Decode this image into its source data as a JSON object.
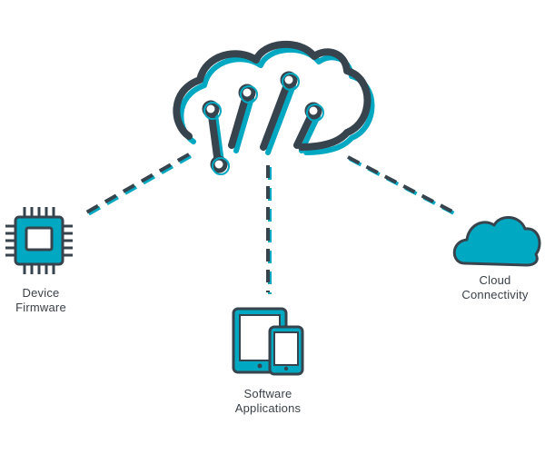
{
  "colors": {
    "dark": "#37444d",
    "teal": "#00a8c2",
    "label": "#3a4148",
    "background": "#ffffff"
  },
  "hub": {
    "icon": "circuit-cloud-icon"
  },
  "nodes": [
    {
      "id": "firmware",
      "icon": "microchip-icon",
      "label_lines": [
        "Device",
        "Firmware"
      ]
    },
    {
      "id": "software",
      "icon": "tablet-phone-icon",
      "label_lines": [
        "Software",
        "Applications"
      ]
    },
    {
      "id": "cloud",
      "icon": "cloud-icon",
      "label_lines": [
        "Cloud",
        "Connectivity"
      ]
    }
  ]
}
